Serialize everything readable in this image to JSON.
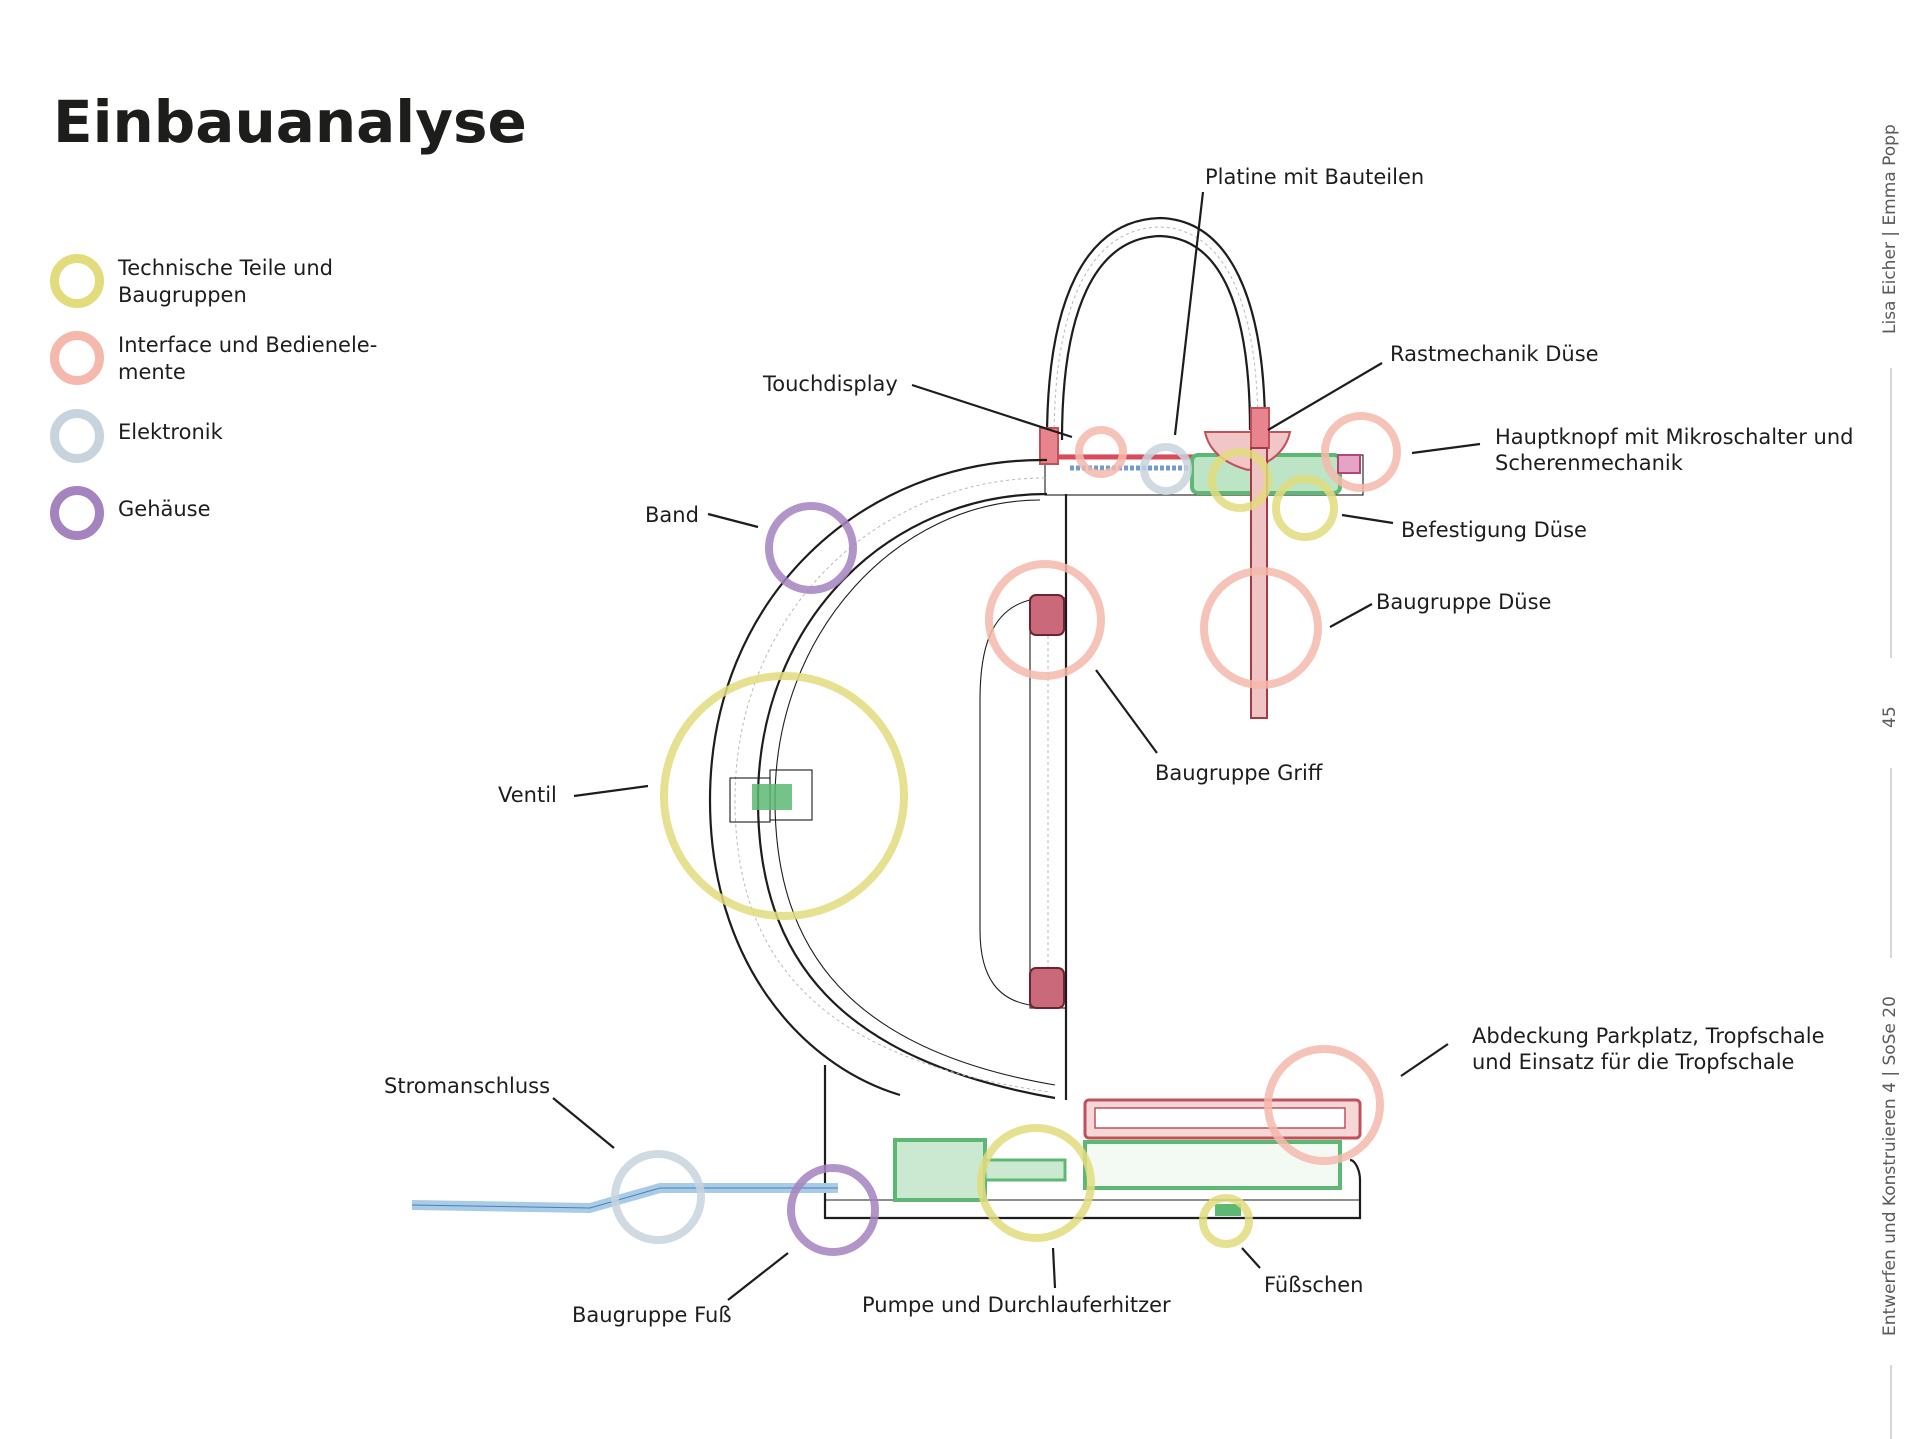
{
  "page": {
    "title": "Einbauanalyse",
    "page_number": "45",
    "authors": "Lisa Eicher | Emma Popp",
    "course": "Entwerfen und Konstruieren 4 | SoSe 20"
  },
  "colors": {
    "technische_teile": "#e2dc7c",
    "interface": "#f4b8ac",
    "elektronik": "#c7d4dd",
    "gehaeuse": "#a483be",
    "component_green": "#5db873",
    "component_red": "#d94b5a",
    "cable_blue": "#a8cbe8",
    "line": "#1d1d1b"
  },
  "legend": [
    {
      "label": "Technische Teile und\nBaugruppen",
      "color_key": "technische_teile"
    },
    {
      "label": "Interface und Bedienele-\nmente",
      "color_key": "interface"
    },
    {
      "label": "Elektronik",
      "color_key": "elektronik"
    },
    {
      "label": "Gehäuse",
      "color_key": "gehaeuse"
    }
  ],
  "callouts": {
    "platine": "Platine mit Bauteilen",
    "rastmechanik": "Rastmechanik Düse",
    "touchdisplay": "Touchdisplay",
    "hauptknopf_1": "Hauptknopf mit Mikroschalter und",
    "hauptknopf_2": "Scherenmechanik",
    "befestigung": "Befestigung Düse",
    "band": "Band",
    "baugruppe_duese": "Baugruppe Düse",
    "baugruppe_griff": "Baugruppe Griff",
    "ventil": "Ventil",
    "abdeckung_1": "Abdeckung Parkplatz, Tropfschale",
    "abdeckung_2": "und Einsatz für die Tropfschale",
    "stromanschluss": "Stromanschluss",
    "baugruppe_fuss": "Baugruppe Fuß",
    "pumpe": "Pumpe und Durchlauferhitzer",
    "fuesschen": "Füßschen"
  }
}
